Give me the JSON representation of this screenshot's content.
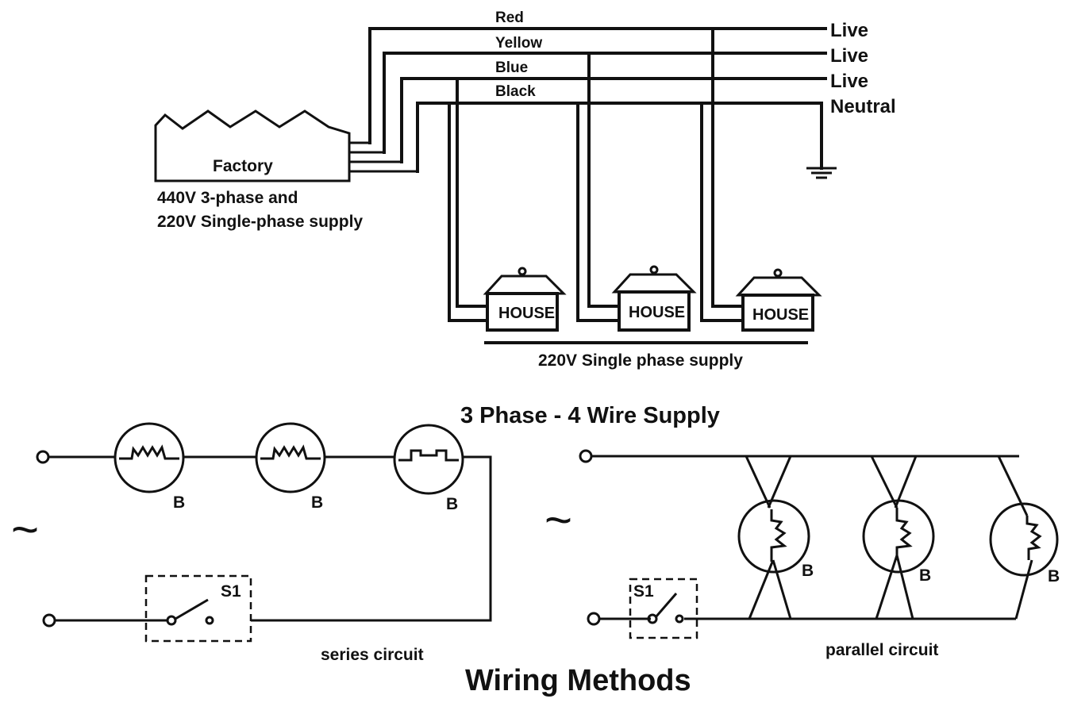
{
  "wire_labels": {
    "red": "Red",
    "yellow": "Yellow",
    "blue": "Blue",
    "black": "Black"
  },
  "line_labels": {
    "live1": "Live",
    "live2": "Live",
    "live3": "Live",
    "neutral": "Neutral"
  },
  "factory": {
    "label": "Factory",
    "supply_line1": "440V 3-phase and",
    "supply_line2": "220V Single-phase supply"
  },
  "houses": [
    "HOUSE",
    "HOUSE",
    "HOUSE"
  ],
  "house_supply_caption": "220V Single phase supply",
  "diagram_title": "3 Phase - 4 Wire Supply",
  "series": {
    "bulb_labels": [
      "B",
      "B",
      "B"
    ],
    "switch_label": "S1",
    "ac_symbol": "~",
    "caption": "series circuit"
  },
  "parallel": {
    "bulb_labels": [
      "B",
      "B",
      "B"
    ],
    "switch_label": "S1",
    "ac_symbol": "~",
    "caption": "parallel circuit"
  },
  "main_title": "Wiring Methods"
}
